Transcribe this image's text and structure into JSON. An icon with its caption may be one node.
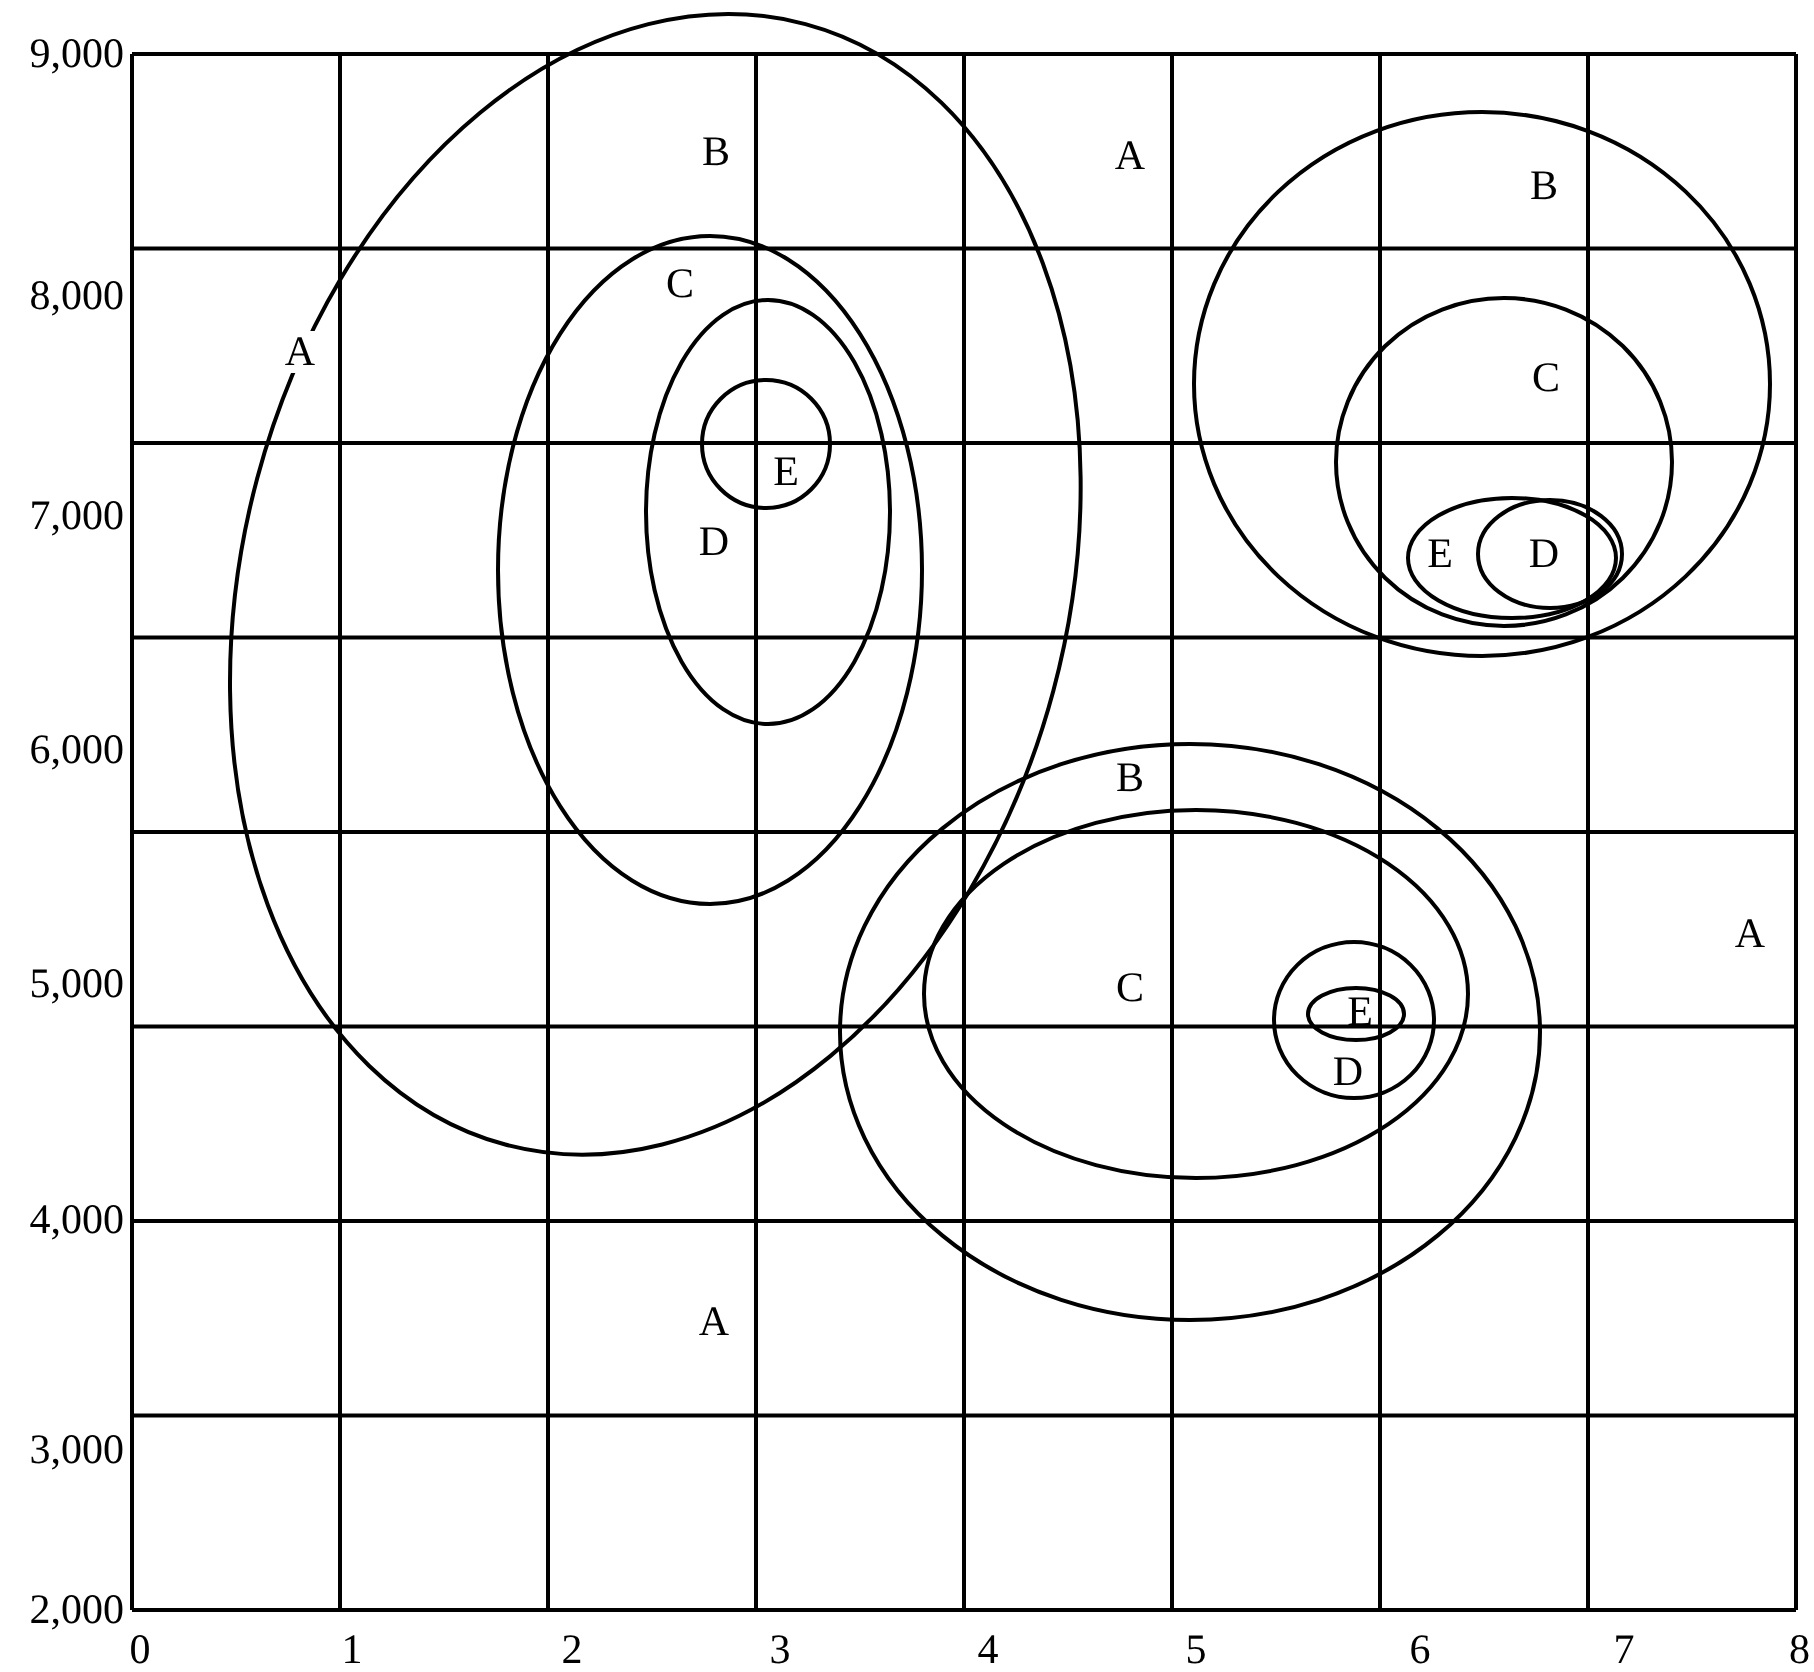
{
  "diagram": {
    "nodes": [
      {
        "text": [
          "B"
        ]
      },
      {
        "text": [
          "C"
        ],
        "in": 0
      },
      {
        "text": [
          "D"
        ],
        "in": 1
      },
      {
        "text": [
          "E"
        ],
        "in": 2
      },
      {
        "text": [
          "B"
        ]
      },
      {
        "text": [
          "C"
        ],
        "in": 4
      },
      {
        "text": [
          "E"
        ],
        "in": 5
      },
      {
        "text": [
          "D"
        ],
        "in": 6
      },
      {
        "text": [
          "B"
        ]
      },
      {
        "text": [
          "C"
        ],
        "in": 8
      },
      {
        "text": [
          "D"
        ],
        "in": 9
      },
      {
        "text": [
          "E"
        ],
        "in": 10
      }
    ],
    "labels": [
      "9,000",
      "8,000",
      "7,000",
      "6,000",
      "5,000",
      "4,000",
      "3,000",
      "2,000",
      "0",
      "1",
      "2",
      "3",
      "4",
      "5",
      "6",
      "7",
      "8",
      "A",
      "A",
      "A",
      "A"
    ]
  }
}
